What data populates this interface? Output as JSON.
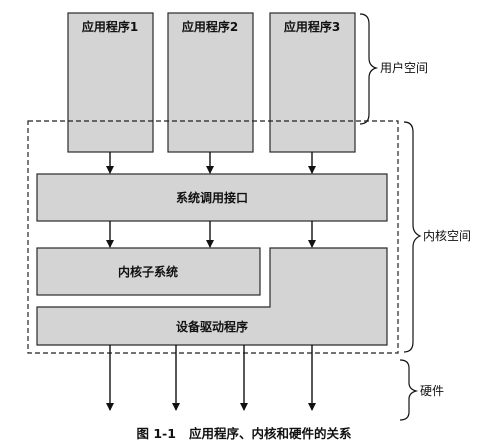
{
  "user_space": {
    "apps": [
      "应用程序1",
      "应用程序2",
      "应用程序3"
    ],
    "label": "用户空间"
  },
  "kernel_space": {
    "syscall_interface": "系统调用接口",
    "subsystem": "内核子系统",
    "device_drivers": "设备驱动程序",
    "label": "内核空间"
  },
  "hardware": {
    "label": "硬件"
  },
  "caption": "图 1-1   应用程序、内核和硬件的关系"
}
